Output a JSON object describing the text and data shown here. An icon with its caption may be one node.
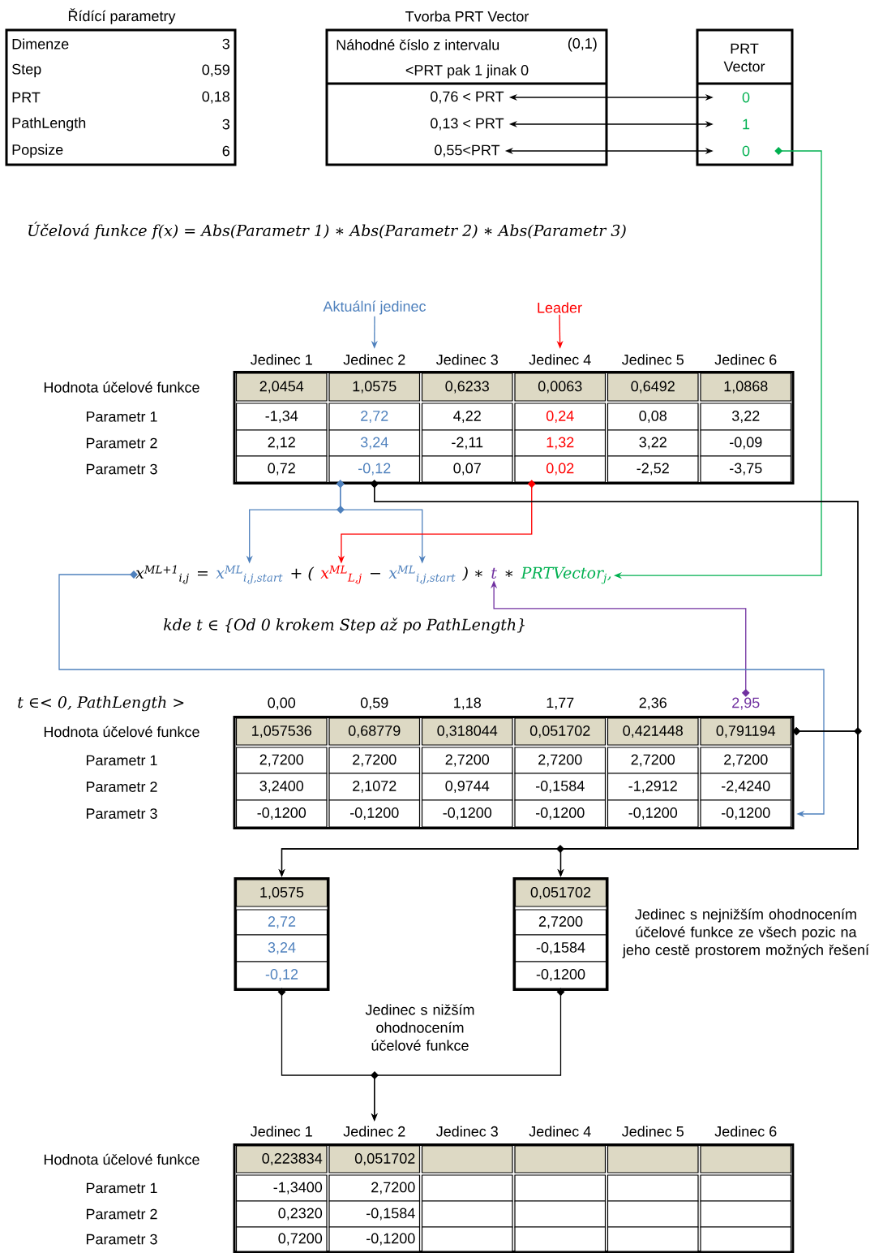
{
  "diagram": {
    "nodes": [
      {
        "text": [
          "Řídící parametry",
          "Dimenze",
          "3",
          "Step",
          "0,59",
          "PRT",
          "0,18",
          "PathLength",
          "3",
          "Popsize",
          "6"
        ]
      },
      {
        "text": [
          "Tvorba PRT Vector",
          "Náhodné číslo z intervalu",
          "(0,1)",
          "<PRT pak 1 jinak 0"
        ]
      },
      {
        "text": [
          "0,76 < PRT"
        ],
        "in": 1
      },
      {
        "text": [
          "0,13 < PRT"
        ],
        "in": 1
      },
      {
        "text": [
          "0,55<PRT"
        ],
        "in": 1
      },
      {
        "text": [
          "PRT Vector"
        ]
      },
      {
        "text": [
          "0"
        ],
        "in": 5
      },
      {
        "text": [
          "1"
        ],
        "in": 5
      },
      {
        "text": [
          "0"
        ],
        "in": 5
      },
      {
        "text": [
          "Aktuální jedinec"
        ]
      },
      {
        "text": [
          "Leader"
        ]
      },
      {
        "text": [
          "Hodnota účelové funkce",
          "Parametr 1",
          "Parametr 2",
          "Parametr 3"
        ]
      },
      {
        "text": [
          "Jedinec 1",
          "2,0454",
          "-1,34",
          "2,12",
          "0,72"
        ],
        "in": 11
      },
      {
        "text": [
          "Jedinec 2",
          "1,0575",
          "2,72",
          "3,24",
          "-0,12"
        ],
        "in": 11
      },
      {
        "text": [
          "Jedinec 3",
          "0,6233",
          "4,22",
          "-2,11",
          "0,07"
        ],
        "in": 11
      },
      {
        "text": [
          "Jedinec 4",
          "0,0063",
          "0,24",
          "1,32",
          "0,02"
        ],
        "in": 11
      },
      {
        "text": [
          "Jedinec 5",
          "0,6492",
          "0,08",
          "3,22",
          "-2,52"
        ],
        "in": 11
      },
      {
        "text": [
          "Jedinec 6",
          "1,0868",
          "3,22",
          "-0,09",
          "-3,75"
        ],
        "in": 11
      },
      {
        "text": [
          "x$^{ML+1}$$_{i,j}$"
        ]
      },
      {
        "text": [
          "x$^{ML}$$_{i,j,start}$"
        ]
      },
      {
        "text": [
          "x$^{ML}$$_{L,j}$"
        ]
      },
      {
        "text": [
          "x$^{ML}$$_{i,j,start}$"
        ]
      },
      {
        "text": [
          "t"
        ]
      },
      {
        "text": [
          "PRTVector$_{j}$,"
        ]
      },
      {
        "text": [
          "t ∈< 0, PathLength >",
          "Hodnota účelové funkce",
          "Parametr 1",
          "Parametr 2",
          "Parametr 3"
        ]
      },
      {
        "text": [
          "0,00",
          "1,057536",
          "2,7200",
          "3,2400",
          "-0,1200"
        ],
        "in": 24
      },
      {
        "text": [
          "0,59",
          "0,68779",
          "2,7200",
          "2,1072",
          "-0,1200"
        ],
        "in": 24
      },
      {
        "text": [
          "1,18",
          "0,318044",
          "2,7200",
          "0,9744",
          "-0,1200"
        ],
        "in": 24
      },
      {
        "text": [
          "1,77",
          "0,051702",
          "2,7200",
          "-0,1584",
          "-0,1200"
        ],
        "in": 24
      },
      {
        "text": [
          "2,36",
          "0,421448",
          "2,7200",
          "-1,2912",
          "-0,1200"
        ],
        "in": 24
      },
      {
        "text": [
          "2,95",
          "0,791194",
          "2,7200",
          "-2,4240",
          "-0,1200"
        ],
        "in": 24
      },
      {
        "text": [
          "1,0575",
          "2,72",
          "3,24",
          "-0,12"
        ]
      },
      {
        "text": [
          "0,051702",
          "2,7200",
          "-0,1584",
          "-0,1200"
        ],
        "beside": [
          "Jedinec s nejnižším ohodnocením účelové funkce ze všech pozic na jeho cestě prostorem možných řešení"
        ]
      },
      {
        "text": [
          "Hodnota účelové funkce",
          "Parametr 1",
          "Parametr 2",
          "Parametr 3"
        ]
      },
      {
        "text": [
          "Jedinec 1",
          "0,223834",
          "-1,3400",
          "0,2320",
          "0,7200"
        ],
        "in": 33
      },
      {
        "text": [
          "Jedinec 2",
          "0,051702",
          "2,7200",
          "-0,1584",
          "-0,1200"
        ],
        "in": 33
      },
      {
        "text": [
          "Jedinec 3"
        ],
        "in": 33
      },
      {
        "text": [
          "Jedinec 4"
        ],
        "in": 33
      },
      {
        "text": [
          "Jedinec 5"
        ],
        "in": 33
      },
      {
        "text": [
          "Jedinec 6"
        ],
        "in": 33
      }
    ],
    "edges": [
      {
        "from": 9,
        "to": 13,
        "arrow": "to",
        "color": "#4f81bd"
      },
      {
        "from": 10,
        "to": 15,
        "arrow": "to",
        "color": "#ff0000"
      },
      {
        "from": 2,
        "to": 6,
        "arrow": "both"
      },
      {
        "from": 3,
        "to": 7,
        "arrow": "both"
      },
      {
        "from": 4,
        "to": 8,
        "arrow": "both"
      },
      {
        "from": 13,
        "to": 19,
        "arrow": "to",
        "color": "#4f81bd"
      },
      {
        "from": 13,
        "to": 21,
        "arrow": "to",
        "color": "#4f81bd"
      },
      {
        "from": 15,
        "to": 20,
        "arrow": "to",
        "color": "#ff0000"
      },
      {
        "from": 8,
        "to": 23,
        "arrow": "to",
        "color": "#00b050"
      },
      {
        "from": 30,
        "to": 22,
        "arrow": "to",
        "color": "#7030a0"
      },
      {
        "from": 18,
        "to": 24,
        "arrow": "to",
        "color": "#4f81bd"
      },
      {
        "from": 13,
        "to": 31,
        "arrow": "to"
      },
      {
        "from": 13,
        "to": 32,
        "arrow": "to"
      },
      {
        "from": 24,
        "to": 31,
        "arrow": "to"
      },
      {
        "from": 24,
        "to": 32,
        "arrow": "to"
      },
      {
        "from": 31,
        "to": 35,
        "arrow": "to"
      },
      {
        "from": 32,
        "to": 35,
        "arrow": "to"
      }
    ],
    "labels": [
      "Účelová funkce f(x) = Abs(Parametr 1) ∗ Abs(Parametr 2) ∗ Abs(Parametr 3)",
      "=",
      "+ (",
      "−",
      ") ∗",
      "∗",
      "kde t ∈ {Od 0 krokem Step až po PathLength}",
      "Jedinec s nižším ohodnocením účelové funkce"
    ]
  }
}
